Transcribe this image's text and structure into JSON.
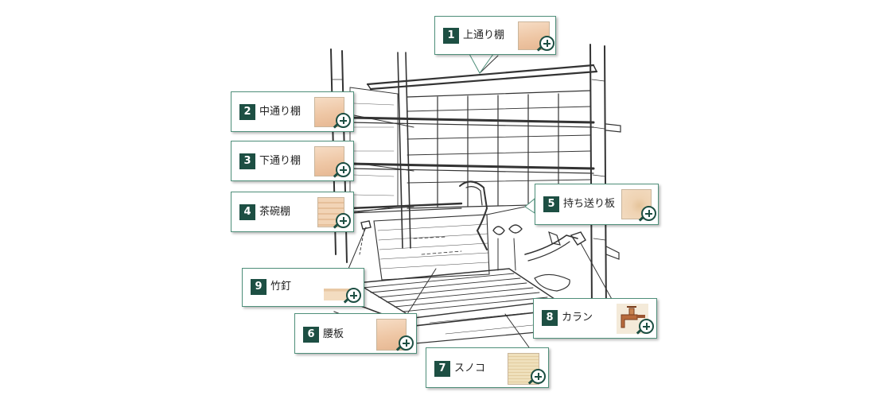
{
  "colors": {
    "accent": "#1d4f43",
    "callout_border": "#4f8f7a",
    "sketch_line": "#333333"
  },
  "callouts": [
    {
      "number": "1",
      "label": "上通り棚",
      "zoom_icon": "zoom-in-icon"
    },
    {
      "number": "2",
      "label": "中通り棚",
      "zoom_icon": "zoom-in-icon"
    },
    {
      "number": "3",
      "label": "下通り棚",
      "zoom_icon": "zoom-in-icon"
    },
    {
      "number": "4",
      "label": "茶碗棚",
      "zoom_icon": "zoom-in-icon"
    },
    {
      "number": "5",
      "label": "持ち送り板",
      "zoom_icon": "zoom-in-icon"
    },
    {
      "number": "6",
      "label": "腰板",
      "zoom_icon": "zoom-in-icon"
    },
    {
      "number": "7",
      "label": "スノコ",
      "zoom_icon": "zoom-in-icon"
    },
    {
      "number": "8",
      "label": "カラン",
      "zoom_icon": "zoom-in-icon"
    },
    {
      "number": "9",
      "label": "竹釘",
      "zoom_icon": "zoom-in-icon"
    }
  ]
}
